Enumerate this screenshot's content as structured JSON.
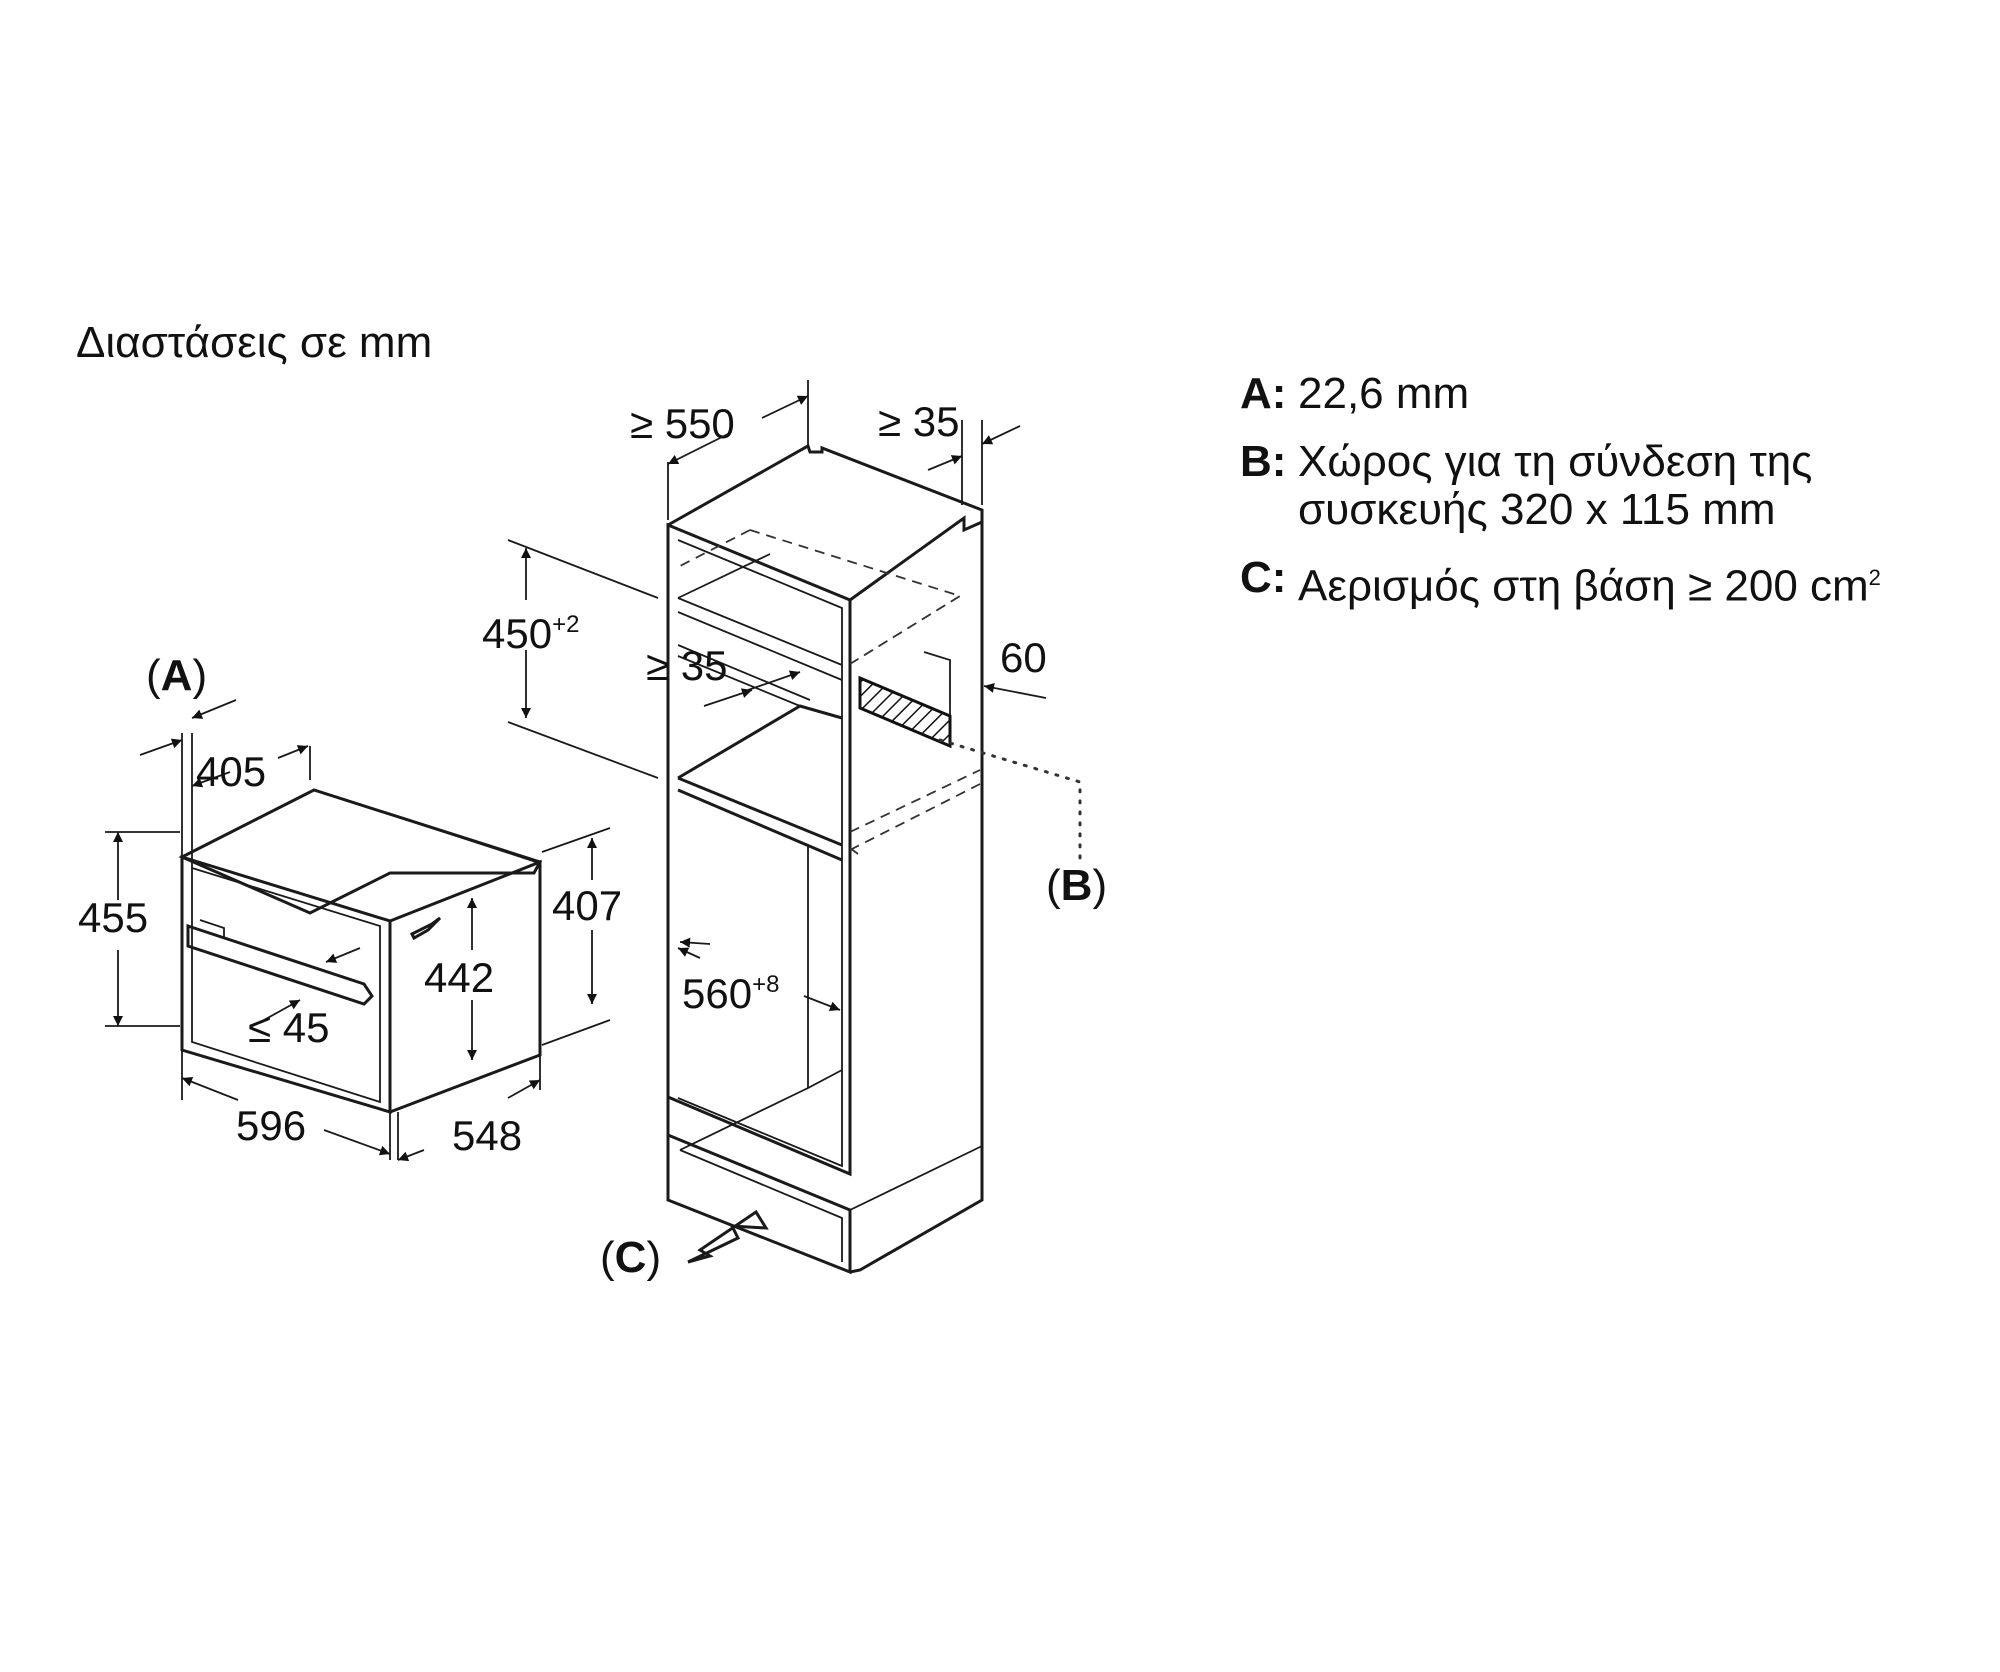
{
  "title": "Διαστάσεις σε mm",
  "legend": {
    "a": {
      "key": "A:",
      "text": "22,6 mm"
    },
    "b": {
      "key": "B:",
      "line1": "Χώρος για τη σύνδεση της",
      "line2": "συσκευής 320 x 115 mm"
    },
    "c": {
      "key": "C:",
      "text": "Αερισμός στη βάση ≥ 200 cm",
      "sup": "2"
    }
  },
  "appliance": {
    "dim_depth_top": "405",
    "dim_height_front": "455",
    "dim_height_body": "442",
    "dim_height_back": "407",
    "dim_handle": "≤ 45",
    "dim_width": "596",
    "dim_depth": "548",
    "label_a_open": "(",
    "label_a": "A",
    "label_a_close": ")"
  },
  "cabinet": {
    "dim_depth": "≥ 550",
    "dim_rear_gap": "≥ 35",
    "dim_niche_height": "450",
    "dim_niche_height_tol": "+2",
    "dim_front_gap": "≥ 35",
    "dim_side": "60",
    "dim_niche_width": "560",
    "dim_niche_width_tol": "+8",
    "label_b_open": "(",
    "label_b": "B",
    "label_b_close": ")",
    "label_c_open": "(",
    "label_c": "C",
    "label_c_close": ")"
  }
}
